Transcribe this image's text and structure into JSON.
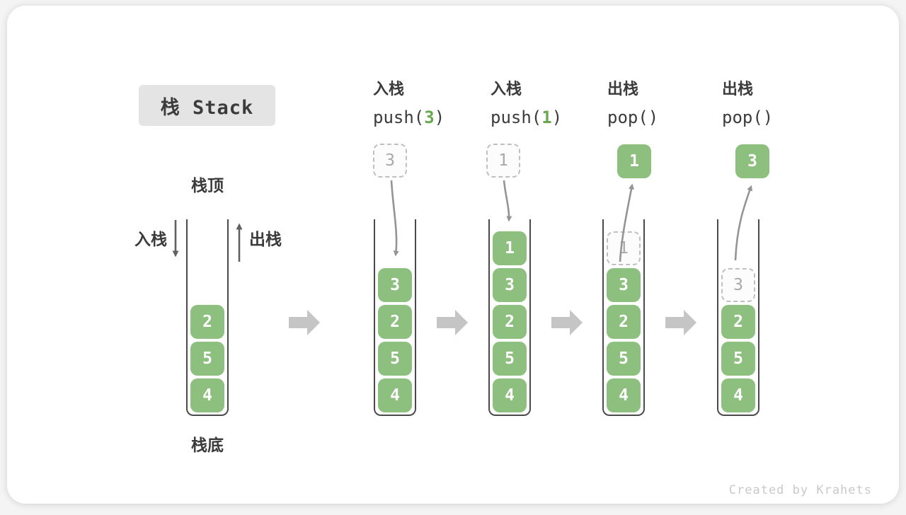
{
  "title": {
    "text": "栈 Stack"
  },
  "legend": {
    "top": "栈顶",
    "bottom": "栈底",
    "push_label": "入栈",
    "pop_label": "出栈"
  },
  "columns": [
    {
      "op": "入栈",
      "code_pre": "push(",
      "code_arg": "3",
      "code_post": ")"
    },
    {
      "op": "入栈",
      "code_pre": "push(",
      "code_arg": "1",
      "code_post": ")"
    },
    {
      "op": "出栈",
      "code_pre": "pop(",
      "code_arg": "",
      "code_post": ")"
    },
    {
      "op": "出栈",
      "code_pre": "pop(",
      "code_arg": "",
      "code_post": ")"
    }
  ],
  "floating": [
    {
      "value": "3",
      "style": "dashed"
    },
    {
      "value": "1",
      "style": "dashed"
    },
    {
      "value": "1",
      "style": "solid"
    },
    {
      "value": "3",
      "style": "solid"
    }
  ],
  "stacks": [
    {
      "cells": [
        {
          "v": "2"
        },
        {
          "v": "5"
        },
        {
          "v": "4"
        }
      ]
    },
    {
      "cells": [
        {
          "v": "3"
        },
        {
          "v": "2"
        },
        {
          "v": "5"
        },
        {
          "v": "4"
        }
      ]
    },
    {
      "cells": [
        {
          "v": "1"
        },
        {
          "v": "3"
        },
        {
          "v": "2"
        },
        {
          "v": "5"
        },
        {
          "v": "4"
        }
      ]
    },
    {
      "cells": [
        {
          "v": "1",
          "style": "dashed"
        },
        {
          "v": "3"
        },
        {
          "v": "2"
        },
        {
          "v": "5"
        },
        {
          "v": "4"
        }
      ]
    },
    {
      "cells": [
        {
          "v": "3",
          "style": "dashed"
        },
        {
          "v": "2"
        },
        {
          "v": "5"
        },
        {
          "v": "4"
        }
      ]
    }
  ],
  "watermark": "Created by Krahets",
  "colors": {
    "cell_green": "#8dbf7e",
    "arg_green": "#69a84f",
    "text_dark": "#3b3b3b",
    "container_stroke": "#4a4a4a",
    "flow_arrow_gray": "#c5c5c5",
    "curve_arrow_gray": "#949494",
    "dashed_border": "#c0c0c0",
    "watermark_gray": "#c9c9c9"
  }
}
